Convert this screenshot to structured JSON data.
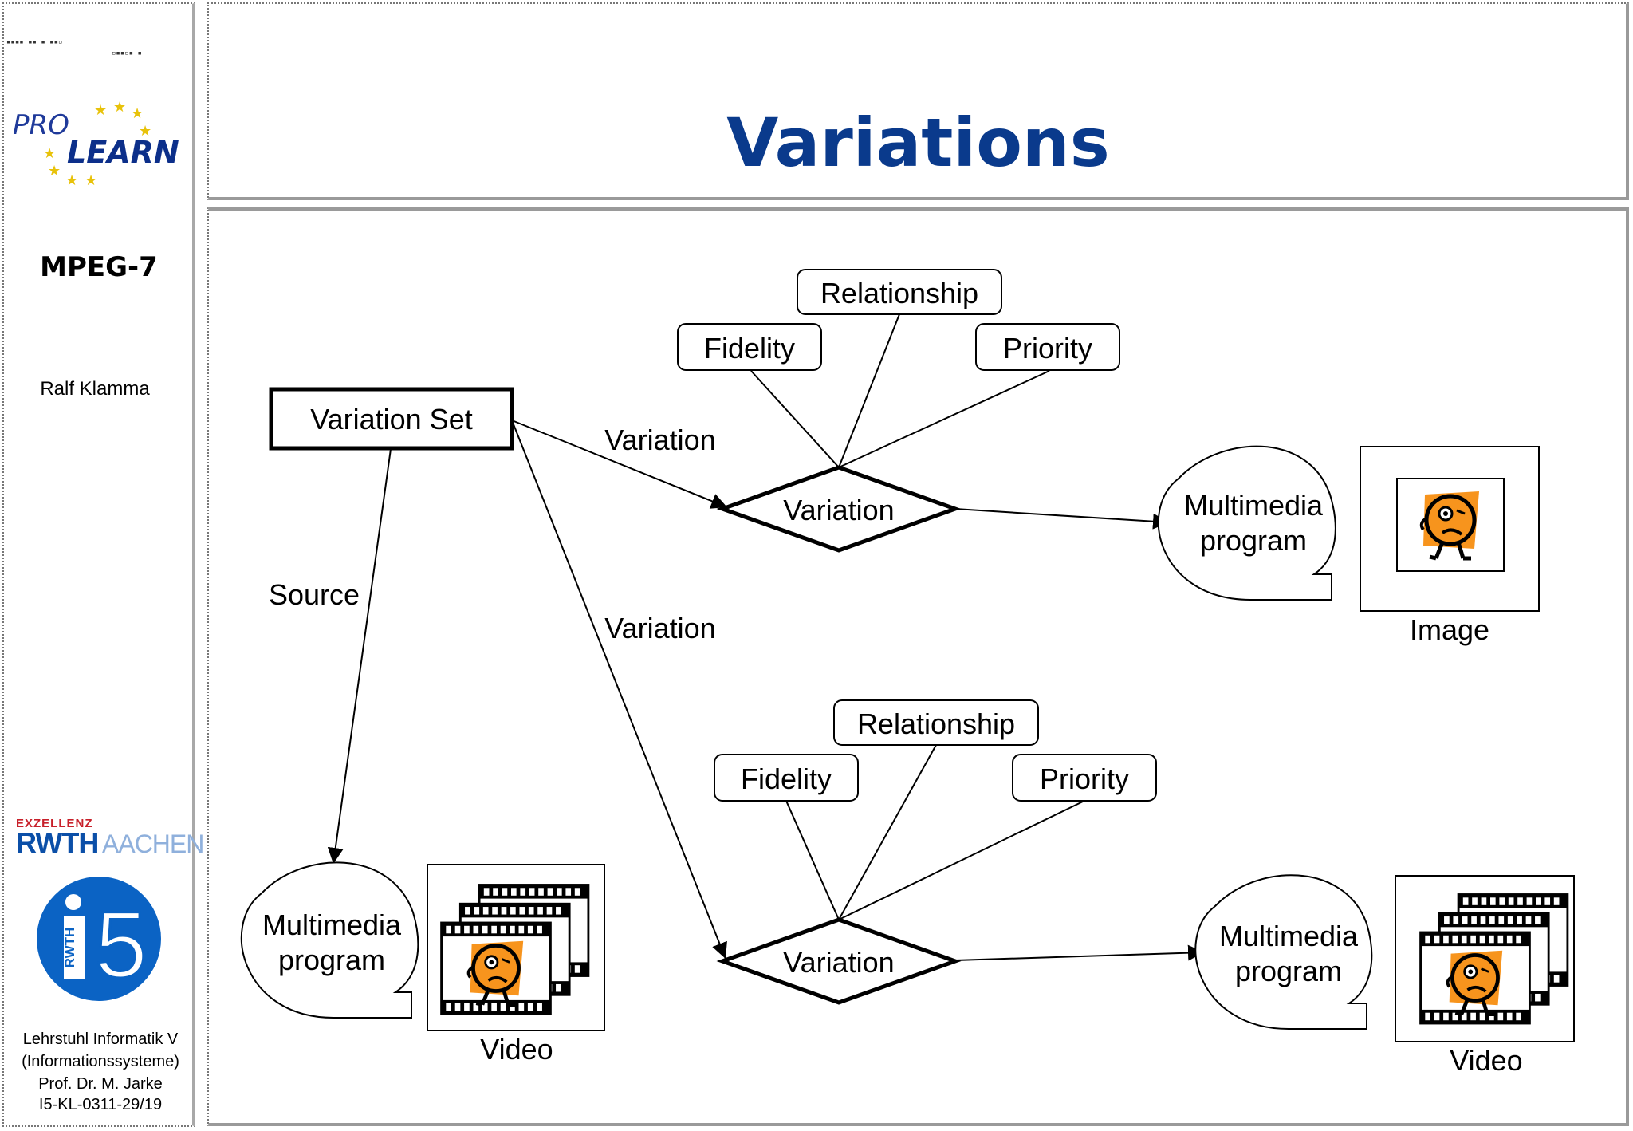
{
  "slide": {
    "title": "Variations",
    "course": "MPEG-7",
    "author": "Ralf Klamma",
    "footer_lines": [
      "Lehrstuhl Informatik V",
      "(Informationssysteme)",
      "Prof. Dr. M. Jarke",
      "I5-KL-0311-29/19"
    ]
  },
  "logos": {
    "prolearn_pro": "PRO",
    "prolearn_learn": "LEARN",
    "rwth_exzellenz": "EXZELLENZ",
    "rwth_name": "RWTH",
    "rwth_city": "AACHEN",
    "i5_text": "RWTH",
    "i5_number": "5"
  },
  "colors": {
    "title_blue": "#0a3a8c",
    "figure_orange": "#f7941d",
    "rwth_blue": "#0b4fa8"
  },
  "diagram": {
    "variation_set": "Variation Set",
    "edge_source": "Source",
    "edge_variation_top": "Variation",
    "edge_variation_bottom": "Variation",
    "top_group": {
      "relationship": "Relationship",
      "fidelity": "Fidelity",
      "priority": "Priority",
      "variation": "Variation",
      "program_line1": "Multimedia",
      "program_line2": "program",
      "media_caption": "Image"
    },
    "bottom_group": {
      "relationship": "Relationship",
      "fidelity": "Fidelity",
      "priority": "Priority",
      "variation": "Variation",
      "program_line1": "Multimedia",
      "program_line2": "program",
      "media_caption": "Video"
    },
    "source_program": {
      "program_line1": "Multimedia",
      "program_line2": "program",
      "media_caption": "Video"
    }
  }
}
